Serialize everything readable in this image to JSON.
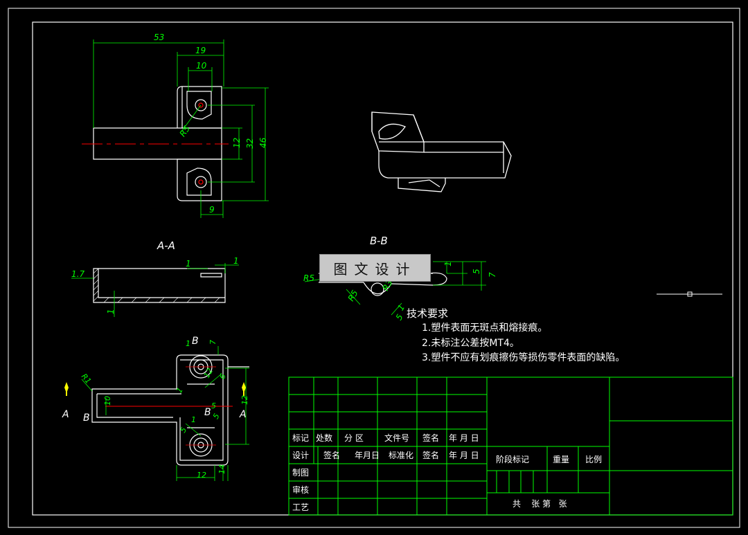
{
  "drawing": {
    "section_a_label": "A-A",
    "section_b_label": "B-B",
    "watermark": "图文设计",
    "dims_top_view": [
      "53",
      "19",
      "10",
      "R5",
      "32",
      "46",
      "12",
      "9"
    ],
    "dims_section_a": [
      "1",
      "1",
      "1.7",
      "1"
    ],
    "dims_section_b": [
      "R5",
      "5",
      "7",
      "1",
      "R5",
      "R3",
      "5",
      "1"
    ],
    "dims_bottom_view": [
      "1",
      "B",
      "7",
      "R1",
      "A",
      "B",
      "10",
      "B",
      "A",
      "12",
      "14",
      "12",
      "12",
      "1",
      "5",
      "5",
      "1",
      "5",
      "6"
    ],
    "section_markers": {
      "a_left": "A",
      "a_right": "A",
      "b_left": "B",
      "b_mid": "B",
      "b_top": "B"
    }
  },
  "tech_requirements": {
    "title": "技术要求",
    "items": [
      "1.塑件表面无斑点和熔接痕。",
      "2.未标注公差按MT4。",
      "3.塑件不应有划痕擦伤等损伤零件表面的缺陷。"
    ]
  },
  "title_block": {
    "row_mark": [
      "标记",
      "处数",
      "分  区",
      "文件号",
      "签名",
      "年 月 日"
    ],
    "row_design": [
      "设计",
      "签名",
      "年月日",
      "标准化",
      "签名",
      "年 月 日"
    ],
    "row_labels": [
      "制图",
      "审核",
      "工艺"
    ],
    "stage_mark": "阶段标记",
    "weight": "重量",
    "scale": "比例",
    "sheets": "共    张 第   张"
  },
  "colors": {
    "background": "#000000",
    "frame": "#ffffff",
    "dimension": "#00ff00",
    "grid": "#00ff00",
    "centerline": "#ff0000",
    "marker": "#ffff00",
    "text": "#ffffff"
  }
}
